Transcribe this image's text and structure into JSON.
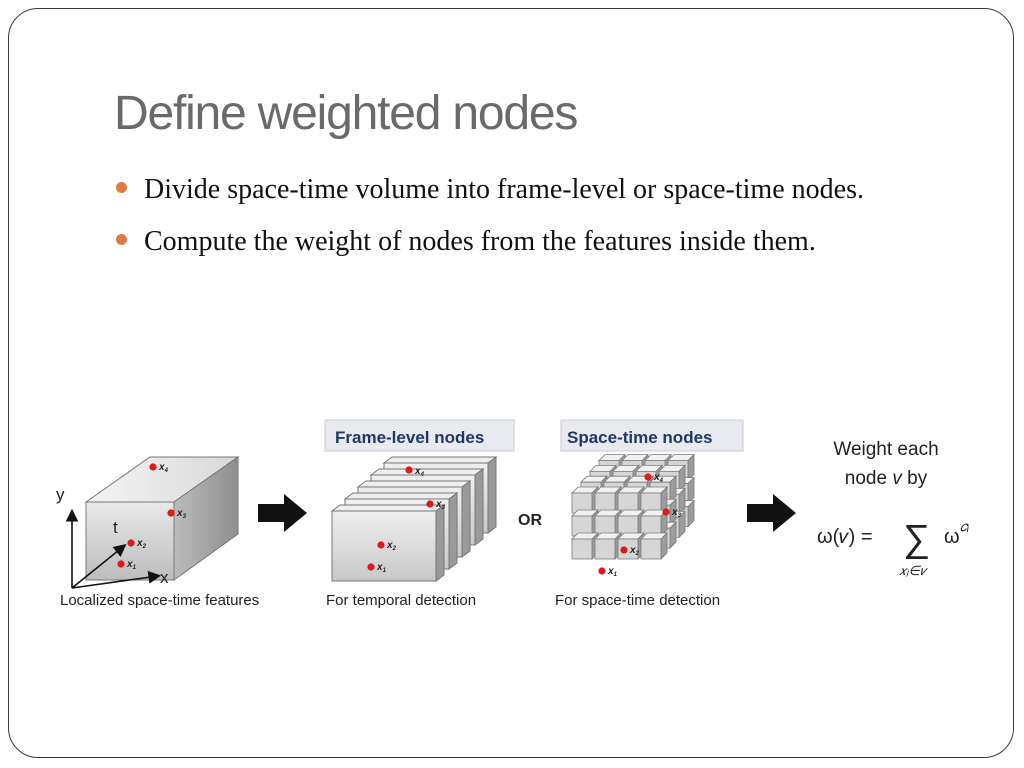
{
  "slide": {
    "title": "Define weighted nodes",
    "bullets": [
      "Divide space-time volume into frame-level or space-time nodes.",
      "Compute the weight of nodes from the features inside them."
    ]
  },
  "colors": {
    "title": "#6a6a6a",
    "bullet_dot": "#e07a45",
    "feature_point": "#e01818",
    "header_text": "#1f3864",
    "header_box": "#e8eaf0"
  },
  "diagram": {
    "volume": {
      "axis_y": "y",
      "axis_t": "t",
      "axis_x": "x",
      "feature_labels": [
        "x",
        "x",
        "x",
        "x"
      ],
      "feature_subscripts": [
        "4",
        "3",
        "2",
        "1"
      ],
      "caption": "Localized space-time features"
    },
    "frame_nodes": {
      "header": "Frame-level nodes",
      "caption": "For temporal detection",
      "feature_labels": [
        "x",
        "x",
        "x",
        "x"
      ],
      "feature_subscripts": [
        "4",
        "3",
        "2",
        "1"
      ]
    },
    "or_label": "OR",
    "spacetime_nodes": {
      "header": "Space-time nodes",
      "caption": "For space-time detection",
      "feature_labels": [
        "x",
        "x",
        "x",
        "x"
      ],
      "feature_subscripts": [
        "4",
        "3",
        "2",
        "1"
      ]
    },
    "weight": {
      "line1": "Weight each",
      "line2_pre": "node ",
      "line2_var": "v",
      "line2_post": " by",
      "formula_lhs": "ω(𝑣) =",
      "formula_sum": "∑",
      "formula_sub": "𝑥ⱼ∈𝑣",
      "formula_base": "ω",
      "formula_exp": "𝑐ᵢ"
    }
  }
}
